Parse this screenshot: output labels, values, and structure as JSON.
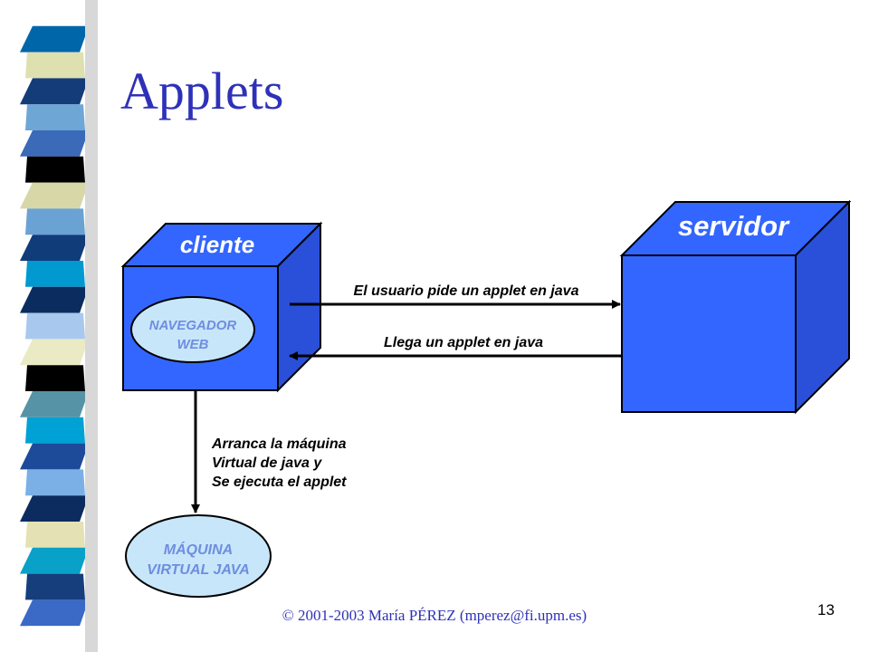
{
  "slide": {
    "title": "Applets",
    "footer": "© 2001-2003 María PÉREZ (mperez@fi.upm.es)",
    "page_number": "13"
  },
  "diagram": {
    "client_label": "cliente",
    "server_label": "servidor",
    "browser_label_1": "NAVEGADOR",
    "browser_label_2": "WEB",
    "request_label": "El usuario pide un applet en java",
    "response_label": "Llega un applet en java",
    "start_label_1": "Arranca la máquina",
    "start_label_2": "Virtual de java y",
    "start_label_3": "Se ejecuta el applet",
    "jvm_label_1": "MÁQUINA",
    "jvm_label_2": "VIRTUAL JAVA"
  },
  "colors": {
    "cube_front": "#3366ff",
    "cube_side": "#2a4fd8",
    "ellipse_fill": "#c7e6fa",
    "ellipse_text": "#6f8de0",
    "title_color": "#2e31b8"
  },
  "decoration": {
    "stripe_colors": [
      "#ffffff",
      "#0066aa",
      "#dfe0b0",
      "#133c78",
      "#6ea6d6",
      "#3a6ab8",
      "#000000",
      "#d7d7a8",
      "#6aa2d4",
      "#103c7a",
      "#0099d0",
      "#0b2c5e",
      "#a8c8ee",
      "#eaeac4",
      "#000000",
      "#5693a6",
      "#00a1d4",
      "#1e4a9a",
      "#7bb0e6",
      "#0c2c60",
      "#e4e2b4",
      "#0aa1c8",
      "#163e7c",
      "#3a6ac6",
      "#ffffff"
    ]
  }
}
